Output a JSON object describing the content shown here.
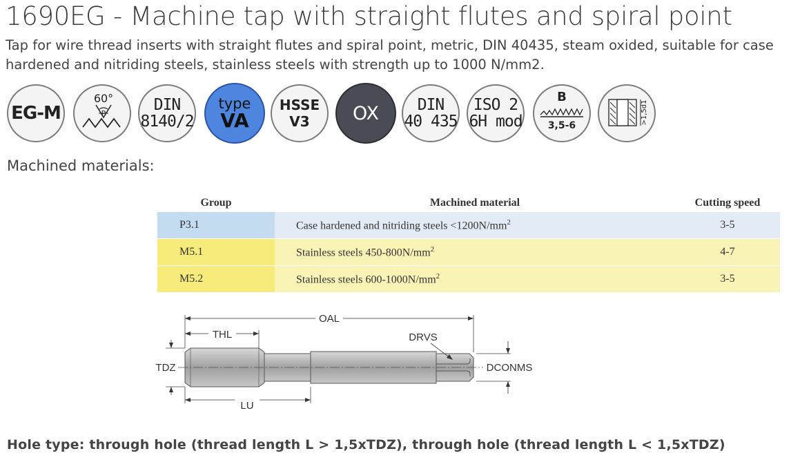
{
  "title": "1690EG - Machine tap with straight flutes and spiral point",
  "description": "Tap for wire thread inserts with straight flutes and spiral point, metric, DIN 40435, steam oxided, suitable for case hardened and nitriding  steels, stainless steels with strength up to 1000 N/mm2.",
  "icons": [
    {
      "name": "EG-M"
    },
    {
      "name": "thread-profile",
      "angle": "60°",
      "p": "P"
    },
    {
      "l1": "DIN",
      "l2": "8140/2"
    },
    {
      "l1": "type",
      "l2": "VA",
      "color": "#4e86df"
    },
    {
      "l1": "HSSE",
      "l2": "V3"
    },
    {
      "name": "OX",
      "color": "#4a4c55"
    },
    {
      "l1": "DIN",
      "l2": "40 435"
    },
    {
      "l1": "ISO 2",
      "l2": "6H mod"
    },
    {
      "l1": "B",
      "l2": "3,5-6"
    },
    {
      "name": "hole-depth",
      "label": ">1,5d1"
    }
  ],
  "section_title": "Machined materials:",
  "table": {
    "headers": {
      "group": "Group",
      "material": "Machined material",
      "speed": "Cutting speed"
    },
    "rows": [
      {
        "group": "P3.1",
        "material": "Case hardened and nitriding steels <1200N/mm",
        "sup": "2",
        "speed": "3-5",
        "color": "#c4dcef"
      },
      {
        "group": "M5.1",
        "material": "Stainless steels 450-800N/mm",
        "sup": "2",
        "speed": "4-7",
        "color": "#f7ec7b"
      },
      {
        "group": "M5.2",
        "material": "Stainless steels 600-1000N/mm",
        "sup": "2",
        "speed": "3-5",
        "color": "#f7ec7b"
      }
    ]
  },
  "diagram": {
    "oal": "OAL",
    "thl": "THL",
    "drvs": "DRVS",
    "tdz": "TDZ",
    "dconms": "DCONMS",
    "lu": "LU"
  },
  "hole_type": "Hole type: through hole (thread length L > 1,5xTDZ), through hole (thread length L < 1,5xTDZ)"
}
